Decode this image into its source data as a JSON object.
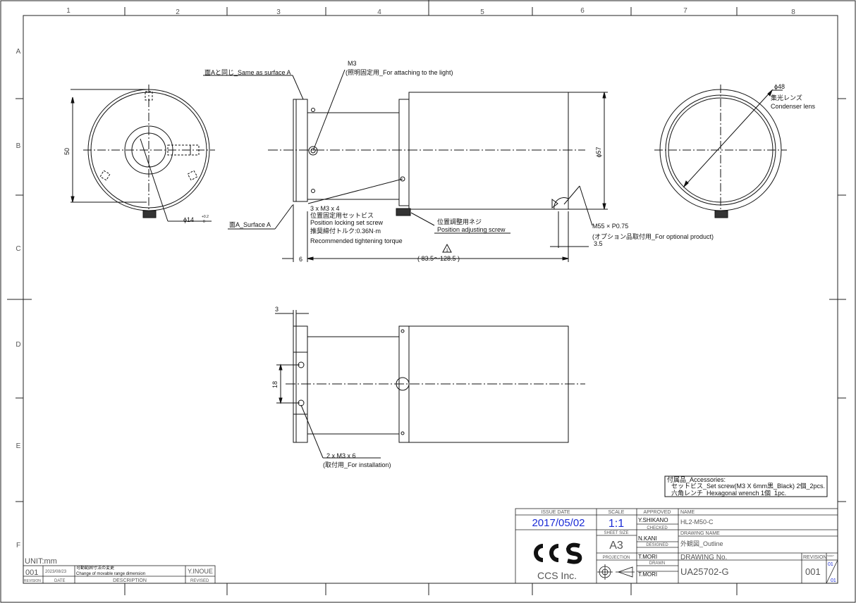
{
  "grid": {
    "columns": [
      "1",
      "2",
      "3",
      "4",
      "5",
      "6",
      "7",
      "8"
    ],
    "rows": [
      "A",
      "B",
      "C",
      "D",
      "E",
      "F"
    ]
  },
  "front_view": {
    "dim_height": "50",
    "dim_bore": "ϕ14",
    "dim_bore_tol_upper": "+0.2",
    "dim_bore_tol_lower": "0"
  },
  "side_view": {
    "note_same_as_surface_a": "面Aと同じ_Same as surface A",
    "note_m3": "M3",
    "note_m3_purpose": "(照明固定用_For attaching to the light)",
    "note_surface_a": "面A_Surface A",
    "note_setscrew_qty": "3 x M3 x 4",
    "note_setscrew_jp": "位置固定用セットビス",
    "note_setscrew_en": "Position locking set screw",
    "note_torque_jp": "推奨締付トルク:0.36N·m",
    "note_torque_en": "Recommended tightening torque",
    "note_adjust_jp": "位置調整用ネジ",
    "note_adjust_en": "Position adjusting screw",
    "dim_diameter": "ϕ57",
    "dim_thread": "M55 × P0.75",
    "note_optional": "(オプション品取付用_For optional product)",
    "dim_thread_depth": "3.5",
    "dim_flange": "6",
    "dim_length": "( 83.5～128.5 )",
    "dim_length_mark": "1"
  },
  "rear_view": {
    "dim_diameter": "ϕ48",
    "note_lens_jp": "集光レンズ",
    "note_lens_en": "Condenser lens"
  },
  "bottom_view": {
    "dim_flange": "3",
    "dim_spacing": "18",
    "note_holes": "2 x M3 x 6",
    "note_holes_purpose": "(取付用_For installation)"
  },
  "accessories": {
    "title": "付属品_Accessories:",
    "line1": "セットビス_Set screw(M3 X 6mm黒_Black)  2個_2pcs.",
    "line2": "六角レンチ_Hexagonal wrench  1個_1pc."
  },
  "title_block": {
    "issue_date_label": "ISSUE DATE",
    "issue_date": "2017/05/02",
    "scale_label": "SCALE",
    "scale": "1:1",
    "sheet_size_label": "SHEET SIZE",
    "sheet_size": "A3",
    "projection_label": "PROJECTION",
    "approved_label": "APPROVED",
    "approved_name": "Y.SHIKANO",
    "checked_label": "CHECKED",
    "checked_name": "N.KANI",
    "designed_label": "DESIGNED",
    "designed_name": "T.MORI",
    "drawn_label": "DRAWN",
    "drawn_name": "T.MORI",
    "name_label": "NAME",
    "name": "HL2-M50-C",
    "drawing_name_label": "DRAWING NAME",
    "drawing_name": "外観図_Outline",
    "drawing_no_label": "DRAWING No.",
    "drawing_no": "UA25702-G",
    "revision_label": "REVISION",
    "revision": "001",
    "sheet_label": "SHEET",
    "sheet_current": "01",
    "sheet_total": "01",
    "company": "CCS Inc."
  },
  "revision_block": {
    "unit": "UNIT:mm",
    "rev_no": "001",
    "rev_date": "2023/08/23",
    "rev_desc_jp": "可動範囲寸法の変更",
    "rev_desc_en": "Change of movable range dimension",
    "rev_by": "Y.INOUE",
    "hdr_revision": "REVISION",
    "hdr_date": "DATE",
    "hdr_description": "DESCRIPTION",
    "hdr_revised": "REVISED"
  },
  "colors": {
    "line": "#111111",
    "title_blue": "#1a2bd6",
    "border": "#222222"
  }
}
